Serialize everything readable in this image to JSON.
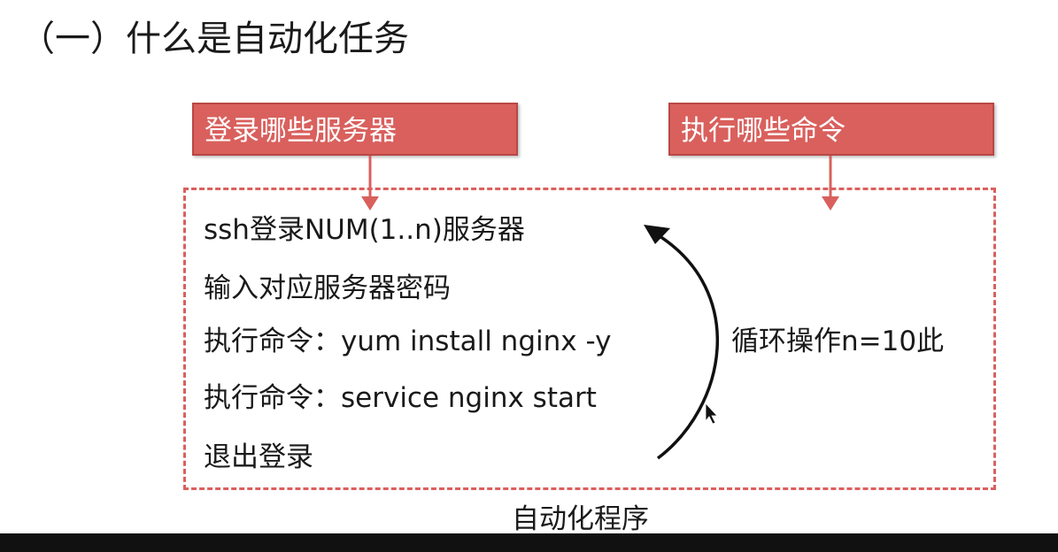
{
  "title": "（一）什么是自动化任务",
  "labels": {
    "servers": "登录哪些服务器",
    "commands": "执行哪些命令"
  },
  "steps": [
    "ssh登录NUM(1..n)服务器",
    "输入对应服务器密码",
    "执行命令：yum install nginx -y",
    "执行命令：service nginx start",
    "退出登录"
  ],
  "loop_label": "循环操作n=10此",
  "frame_caption": "自动化程序",
  "colors": {
    "label_fill": "#d9605d",
    "label_border": "#b84745",
    "dashed_border": "#d9605d",
    "arrow": "#d9605d",
    "loop_arrow": "#111111",
    "text": "#1a1a1a"
  }
}
